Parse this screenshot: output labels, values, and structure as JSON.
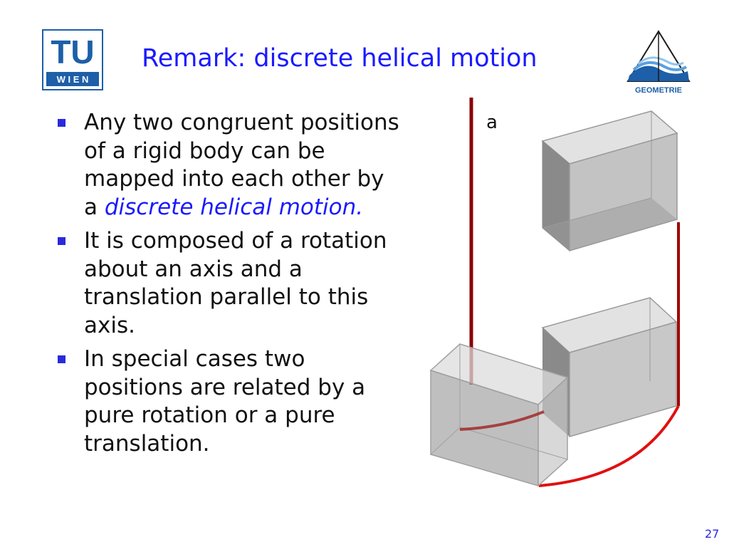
{
  "header": {
    "title": "Remark: discrete helical motion",
    "logo_left": {
      "line1": "TU",
      "line2": "W I E N",
      "icon": "tu-wien-logo"
    },
    "logo_right": {
      "label": "GEOMETRIE",
      "icon": "geometrie-logo"
    }
  },
  "bullets": [
    {
      "text": "Any two congruent positions of a rigid body can be mapped into each other by a ",
      "emphasis": "discrete helical motion."
    },
    {
      "text": "It is composed of a rotation about an axis and a translation parallel to this axis."
    },
    {
      "text": "In special cases two positions are related by a pure rotation or a pure translation."
    }
  ],
  "figure": {
    "axis_label": "a",
    "axis_color": "#8b0000",
    "path_color": "#e01010",
    "box_color": "#a0a0a0"
  },
  "footer": {
    "page_number": "27"
  },
  "colors": {
    "accent": "#1a1aff",
    "logo_blue": "#1d5fa8"
  }
}
